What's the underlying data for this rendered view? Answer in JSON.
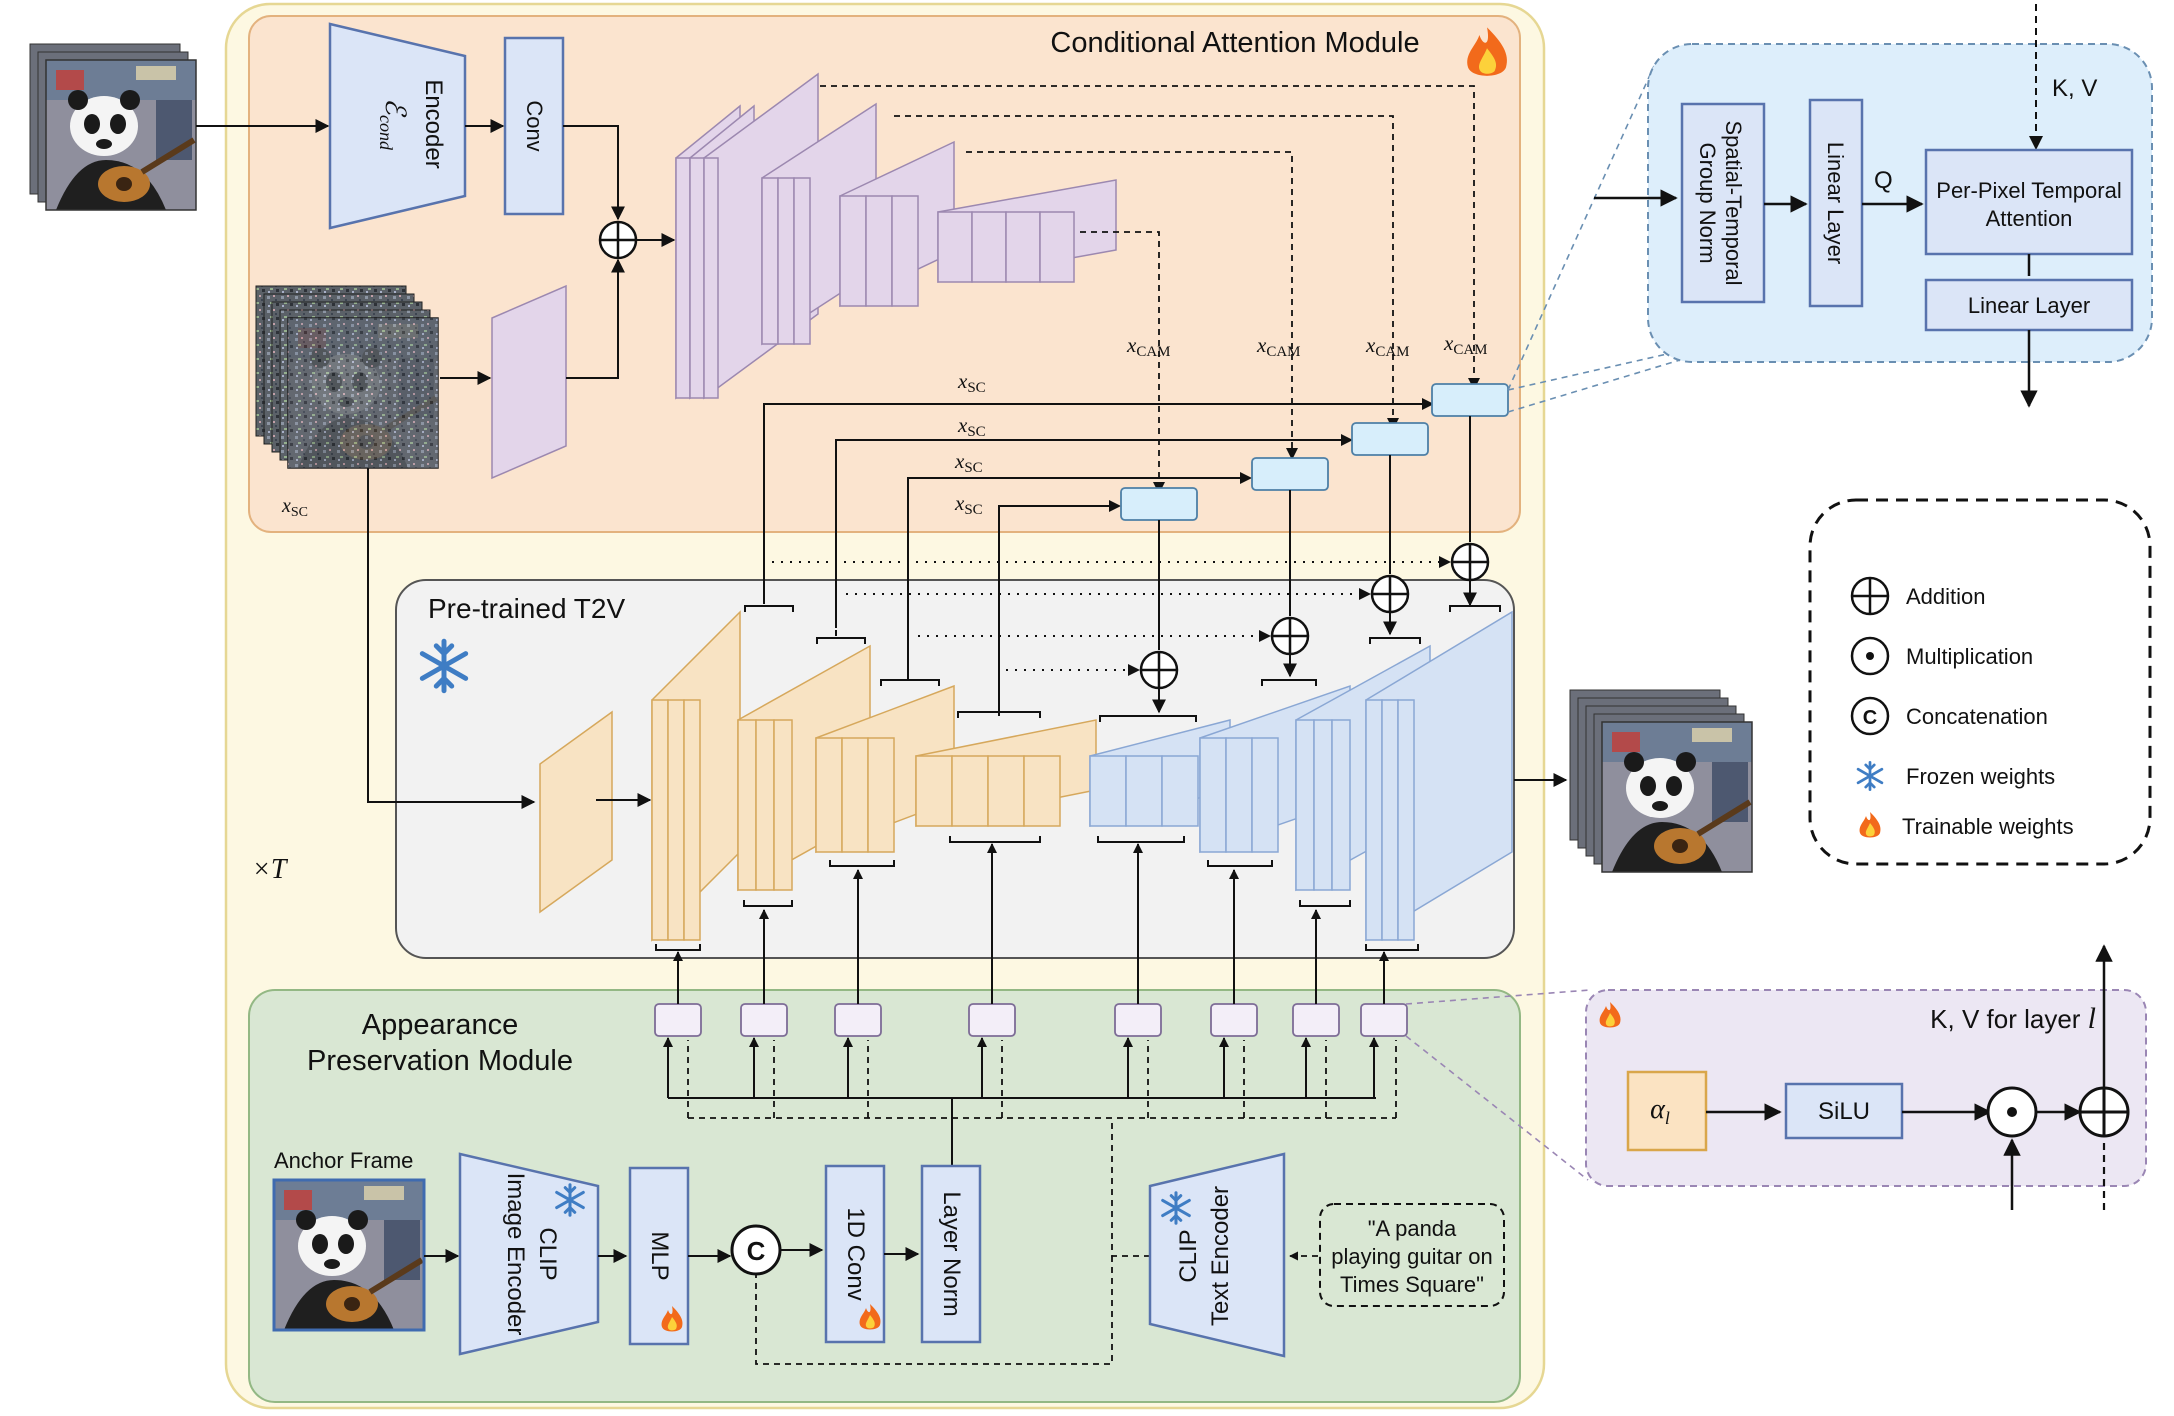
{
  "cam": {
    "title": "Conditional Attention Module"
  },
  "encoder": {
    "label": "Encoder",
    "sym": "ℰ",
    "sub": "cond"
  },
  "conv": {
    "label": "Conv"
  },
  "xsc": {
    "x": "x",
    "sub": "SC"
  },
  "xcam": {
    "x": "x",
    "sub": "CAM"
  },
  "t2v": {
    "title": "Pre-trained T2V"
  },
  "times_t": "×T",
  "apm": {
    "title_line1": "Appearance",
    "title_line2": "Preservation Module",
    "anchor_label": "Anchor Frame",
    "clip_image_line1": "CLIP",
    "clip_image_line2": "Image Encoder",
    "mlp": "MLP",
    "concat": "C",
    "conv1d": "1D Conv",
    "layer_norm": "Layer Norm",
    "clip_text_line1": "CLIP",
    "clip_text_line2": "Text Encoder",
    "prompt_line1": "\"A panda",
    "prompt_line2": "playing guitar on",
    "prompt_line3": "Times Square\""
  },
  "detail_top": {
    "kv": "K, V",
    "q": "Q",
    "norm_line1": "Spatial-Temporal",
    "norm_line2": "Group Norm",
    "linear_v": "Linear Layer",
    "attn_line1": "Per-Pixel Temporal",
    "attn_line2": "Attention",
    "linear_h": "Linear Layer"
  },
  "legend": {
    "addition": "Addition",
    "multiplication": "Multiplication",
    "concatenation": "Concatenation",
    "frozen": "Frozen weights",
    "trainable": "Trainable weights"
  },
  "detail_bottom": {
    "title_prefix": "K, V for layer ",
    "title_var": "l",
    "alpha": "α",
    "alpha_sub": "l",
    "silu": "SiLU"
  },
  "colors": {
    "cam_bg": "#fbe4cf",
    "apm_bg": "#d9e7d3",
    "outer_bg": "#fdf8e2",
    "t2v_bg": "#f2f2f2",
    "detail_top_bg": "#ddeefb",
    "detail_bottom_bg": "#ece7f3",
    "encoder_fill": "#dbe5f7",
    "box_stroke": "#5873ad",
    "unet_down": "#f8e3c3",
    "unet_up": "#d5e2f4",
    "cam_blocks": "#e3d5ea",
    "alpha_fill": "#fbe3c2",
    "alpha_stroke": "#d9a64a"
  }
}
